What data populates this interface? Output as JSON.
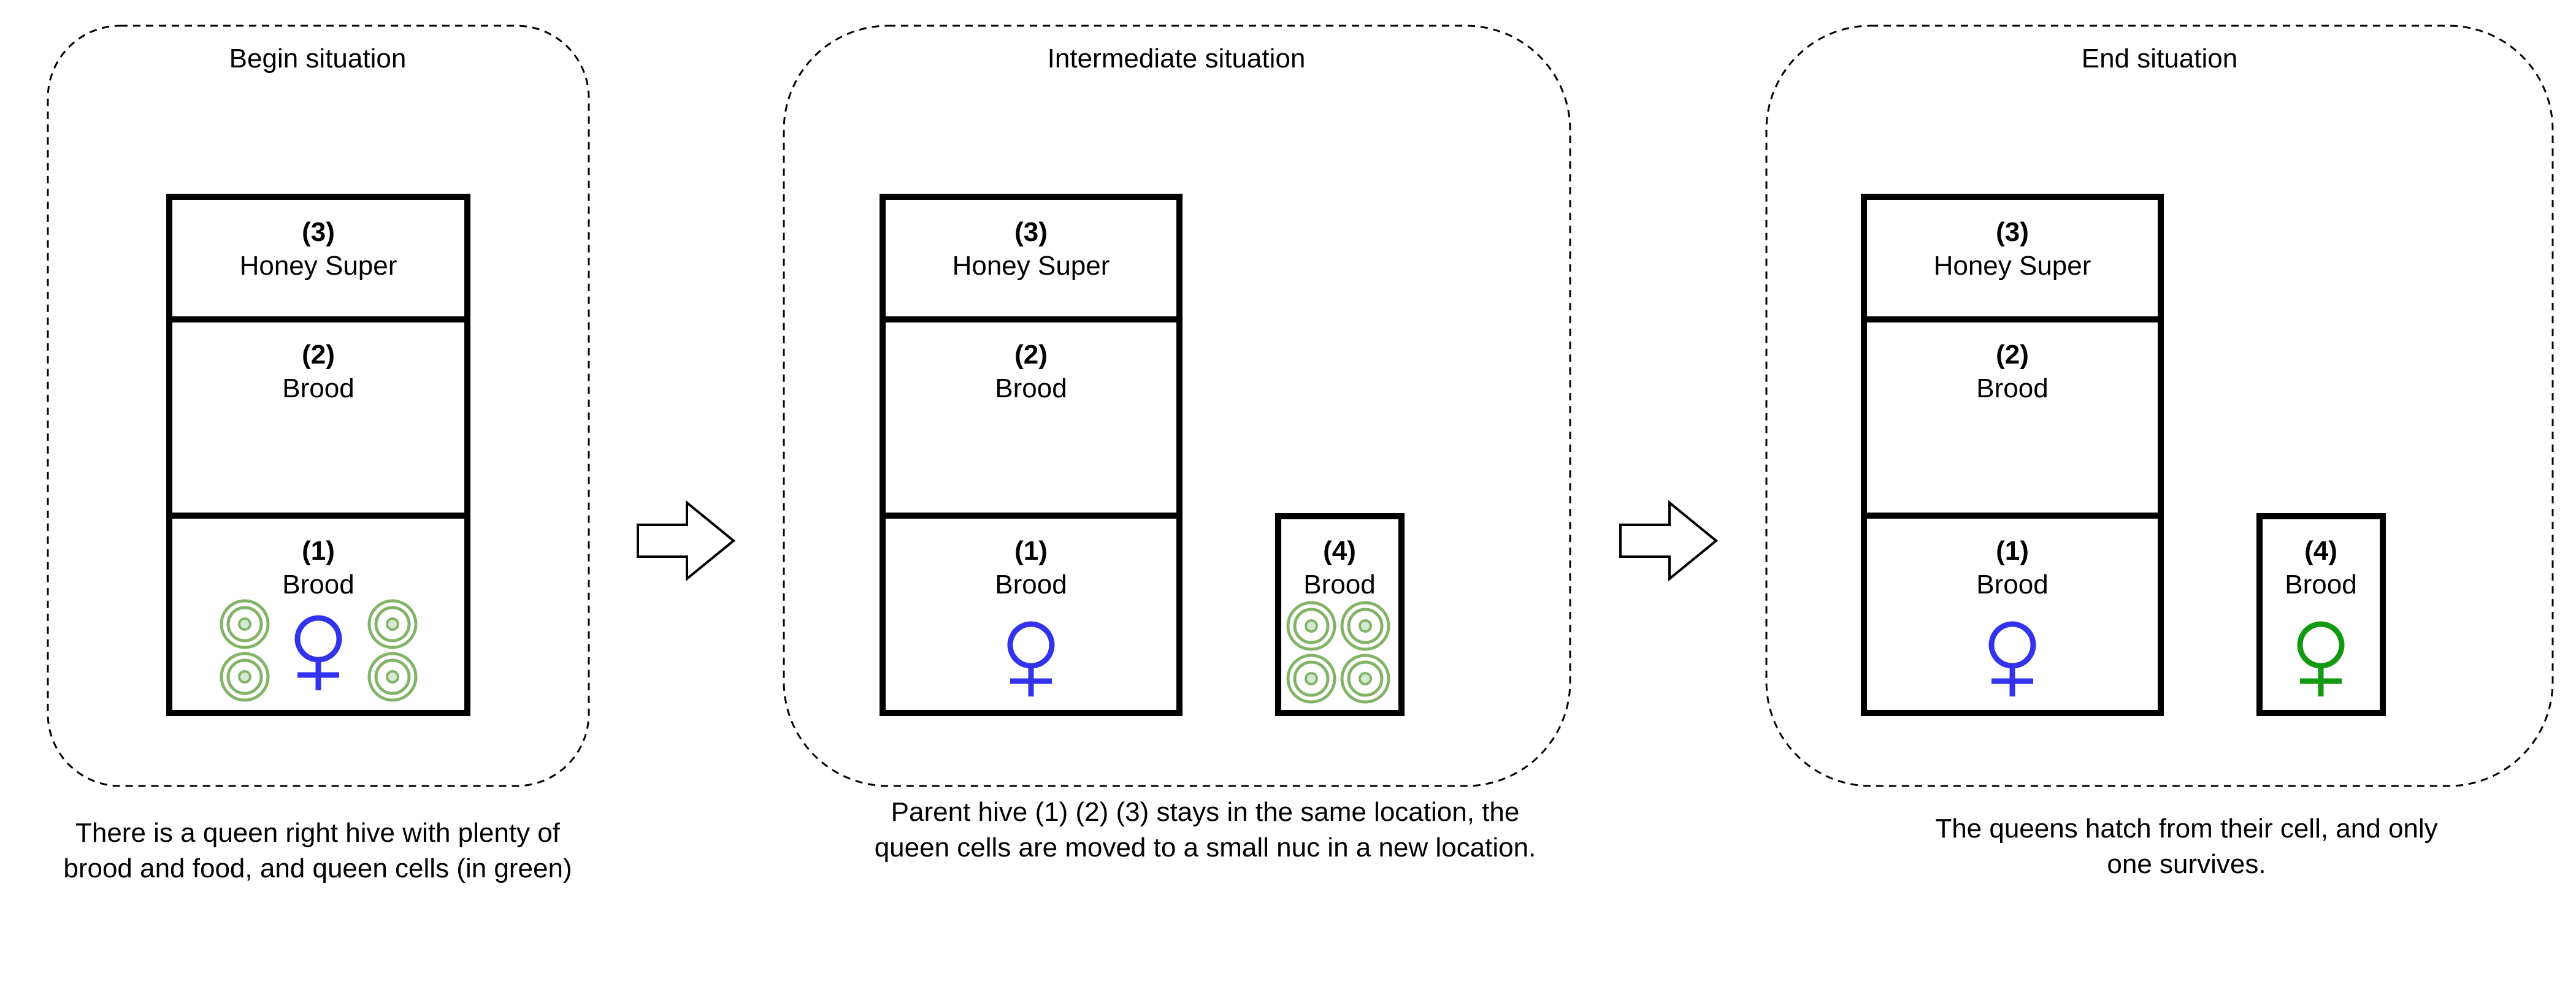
{
  "panels": [
    {
      "title": "Begin situation",
      "caption": "There is a queen right hive with plenty of brood and food, and queen cells (in green)",
      "hive": {
        "boxes": [
          {
            "number": "(3)",
            "label": "Honey Super"
          },
          {
            "number": "(2)",
            "label": "Brood"
          },
          {
            "number": "(1)",
            "label": "Brood"
          }
        ]
      }
    },
    {
      "title": "Intermediate situation",
      "caption": "Parent hive (1) (2) (3) stays in the same location, the queen cells are moved to a small nuc in a new location.",
      "hive": {
        "boxes": [
          {
            "number": "(3)",
            "label": "Honey Super"
          },
          {
            "number": "(2)",
            "label": "Brood"
          },
          {
            "number": "(1)",
            "label": "Brood"
          }
        ]
      },
      "nuc": {
        "number": "(4)",
        "label": "Brood"
      }
    },
    {
      "title": "End situation",
      "caption": "The queens hatch from their cell, and only one survives.",
      "hive": {
        "boxes": [
          {
            "number": "(3)",
            "label": "Honey Super"
          },
          {
            "number": "(2)",
            "label": "Brood"
          },
          {
            "number": "(1)",
            "label": "Brood"
          }
        ]
      },
      "nuc": {
        "number": "(4)",
        "label": "Brood"
      }
    }
  ],
  "colors": {
    "queen": "#3333ee",
    "new_queen": "#119911",
    "queen_cell": "#82b366",
    "queen_cell_fill": "#d5e8d4"
  },
  "icons": {
    "queen": "female-symbol-icon",
    "queen_cell": "queen-cell-icon",
    "transition": "right-arrow-icon"
  }
}
